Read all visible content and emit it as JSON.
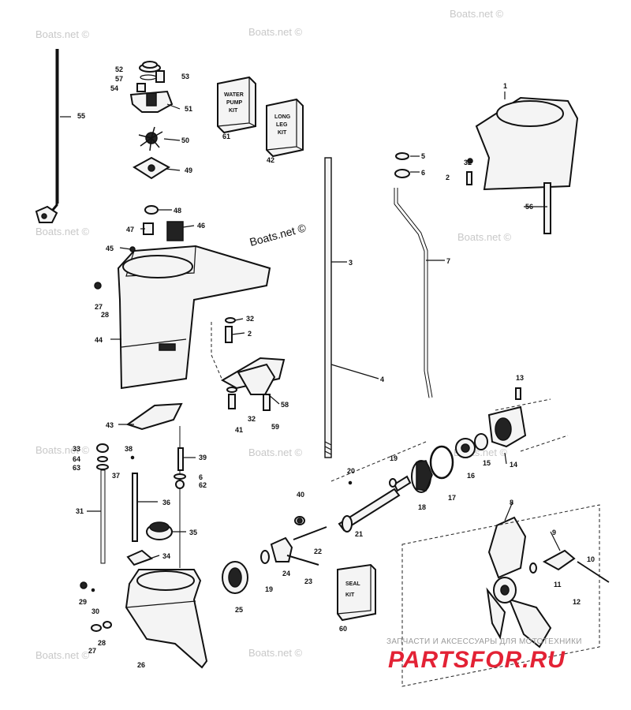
{
  "watermark": "Boats.net ©",
  "kits": {
    "water_pump": [
      "WATER",
      "PUMP",
      "KIT"
    ],
    "long_leg": [
      "LONG",
      "LEG",
      "KIT"
    ],
    "seal": [
      "SEAL",
      "KIT"
    ]
  },
  "brand": {
    "subtitle": "ЗАПЧАСТИ И АКСЕССУАРЫ ДЛЯ МОТОТЕХНИКИ",
    "name": "PARTSFOR.RU"
  },
  "callouts": [
    "1",
    "2",
    "2",
    "3",
    "4",
    "5",
    "6",
    "6",
    "7",
    "8",
    "9",
    "10",
    "11",
    "12",
    "13",
    "14",
    "15",
    "16",
    "17",
    "18",
    "19",
    "19",
    "20",
    "21",
    "22",
    "23",
    "24",
    "25",
    "26",
    "27",
    "27",
    "28",
    "28",
    "29",
    "30",
    "31",
    "32",
    "32",
    "32",
    "33",
    "34",
    "35",
    "36",
    "37",
    "38",
    "39",
    "40",
    "41",
    "42",
    "43",
    "44",
    "45",
    "46",
    "47",
    "48",
    "49",
    "50",
    "51",
    "52",
    "53",
    "54",
    "55",
    "56",
    "57",
    "58",
    "59",
    "60",
    "61",
    "62",
    "63",
    "64"
  ]
}
